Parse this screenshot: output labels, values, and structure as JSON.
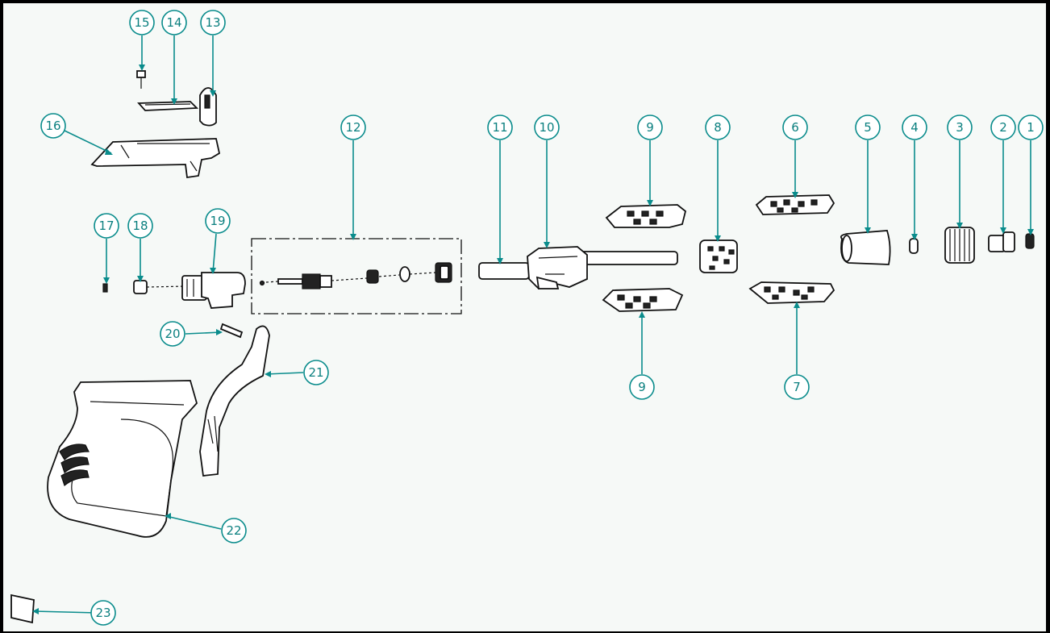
{
  "diagram": {
    "colors": {
      "callout": "#0a8c8c",
      "background": "#f6f9f7",
      "lines": "#111111"
    },
    "callouts": [
      {
        "id": "c1",
        "label": "1"
      },
      {
        "id": "c2",
        "label": "2"
      },
      {
        "id": "c3",
        "label": "3"
      },
      {
        "id": "c4",
        "label": "4"
      },
      {
        "id": "c5",
        "label": "5"
      },
      {
        "id": "c6",
        "label": "6"
      },
      {
        "id": "c7",
        "label": "7"
      },
      {
        "id": "c8",
        "label": "8"
      },
      {
        "id": "c9a",
        "label": "9"
      },
      {
        "id": "c9b",
        "label": "9"
      },
      {
        "id": "c10",
        "label": "10"
      },
      {
        "id": "c11",
        "label": "11"
      },
      {
        "id": "c12",
        "label": "12"
      },
      {
        "id": "c13",
        "label": "13"
      },
      {
        "id": "c14",
        "label": "14"
      },
      {
        "id": "c15",
        "label": "15"
      },
      {
        "id": "c16",
        "label": "16"
      },
      {
        "id": "c17",
        "label": "17"
      },
      {
        "id": "c18",
        "label": "18"
      },
      {
        "id": "c19",
        "label": "19"
      },
      {
        "id": "c20",
        "label": "20"
      },
      {
        "id": "c21",
        "label": "21"
      },
      {
        "id": "c22",
        "label": "22"
      },
      {
        "id": "c23",
        "label": "23"
      }
    ]
  }
}
